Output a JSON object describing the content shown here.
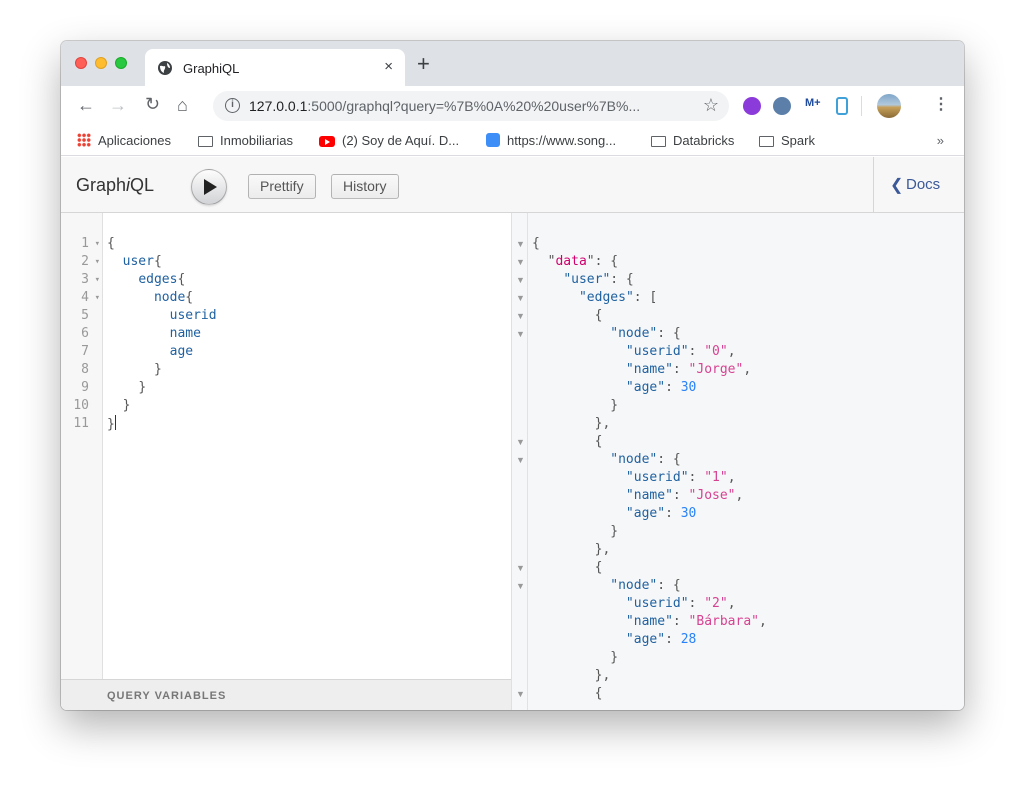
{
  "browser": {
    "tab_title": "GraphiQL",
    "tab_close": "×",
    "new_tab": "+",
    "url_host": "127.0.0.1",
    "url_rest": ":5000/graphql?query=%7B%0A%20%20user%7B%...",
    "icons": [
      "back-arrow-icon",
      "forward-arrow-icon",
      "reload-icon",
      "home-icon",
      "info-icon",
      "star-icon",
      "kebab-menu-icon"
    ]
  },
  "bookmarks": [
    {
      "label": "Aplicaciones",
      "icon": "apps-grid-icon"
    },
    {
      "label": "Inmobiliarias",
      "icon": "folder-icon"
    },
    {
      "label": "(2) Soy de Aquí. D...",
      "icon": "youtube-icon"
    },
    {
      "label": "https://www.song...",
      "icon": "song-icon"
    },
    {
      "label": "Databricks",
      "icon": "folder-icon"
    },
    {
      "label": "Spark",
      "icon": "folder-icon"
    }
  ],
  "bookmarks_more": "»",
  "graphiql": {
    "title_pre": "Graph",
    "title_i": "i",
    "title_post": "QL",
    "prettify_label": "Prettify",
    "history_label": "History",
    "docs_label": "Docs",
    "query_variables_label": "QUERY VARIABLES"
  },
  "query_lines": [
    {
      "n": "1",
      "fold": true
    },
    {
      "n": "2",
      "fold": true
    },
    {
      "n": "3",
      "fold": true
    },
    {
      "n": "4",
      "fold": true
    },
    {
      "n": "5",
      "fold": false
    },
    {
      "n": "6",
      "fold": false
    },
    {
      "n": "7",
      "fold": false
    },
    {
      "n": "8",
      "fold": false
    },
    {
      "n": "9",
      "fold": false
    },
    {
      "n": "10",
      "fold": false
    },
    {
      "n": "11",
      "fold": false
    }
  ],
  "query": {
    "open": "{",
    "user": "user",
    "edges": "edges",
    "node": "node",
    "fields": [
      "userid",
      "name",
      "age"
    ],
    "close": "}"
  },
  "result": {
    "data_key": "data",
    "user_key": "user",
    "edges_key": "edges",
    "node_key": "node",
    "userid_key": "userid",
    "name_key": "name",
    "age_key": "age",
    "nodes": [
      {
        "userid": "\"0\"",
        "name": "\"Jorge\"",
        "age": "30"
      },
      {
        "userid": "\"1\"",
        "name": "\"Jose\"",
        "age": "30"
      },
      {
        "userid": "\"2\"",
        "name": "\"Bárbara\"",
        "age": "28"
      }
    ]
  }
}
